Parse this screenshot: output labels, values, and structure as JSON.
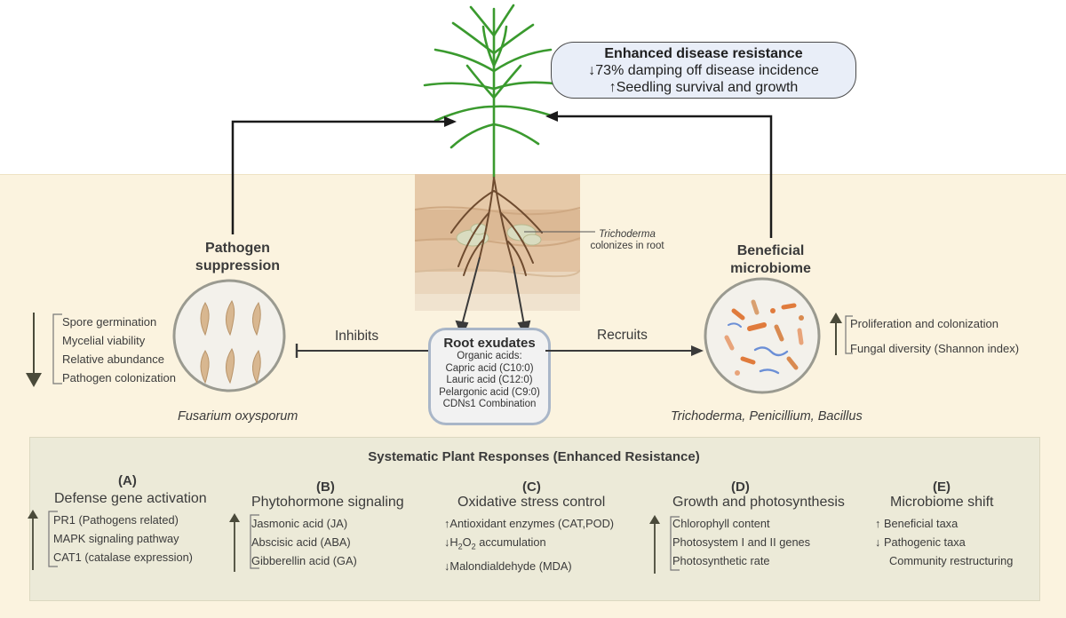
{
  "resistance": {
    "title": "Enhanced disease resistance",
    "line1": "73% damping off disease incidence",
    "line2": "Seedling survival and growth"
  },
  "left": {
    "title_line1": "Pathogen",
    "title_line2": "suppression",
    "effects": [
      "Spore germination",
      "Mycelial viability",
      "Relative abundance",
      "Pathogen colonization"
    ],
    "organism": "Fusarium oxysporum"
  },
  "right": {
    "title_line1": "Beneficial",
    "title_line2": "microbiome",
    "effects": [
      "Proliferation and colonization",
      "Fungal diversity (Shannon index)"
    ],
    "organisms": "Trichoderma, Penicillium, Bacillus"
  },
  "root": {
    "annotation_italic": "Trichoderma",
    "annotation_rest": "colonizes in root"
  },
  "exudates": {
    "title": "Root exudates",
    "items": [
      "Organic acids:",
      "Capric acid (C10:0)",
      "Lauric acid (C12:0)",
      "Pelargonic acid (C9:0)",
      "CDNs1 Combination"
    ]
  },
  "arrows": {
    "inhibits": "Inhibits",
    "recruits": "Recruits"
  },
  "systemic": {
    "title": "Systematic Plant Responses (Enhanced Resistance)",
    "columns": [
      {
        "letter": "(A)",
        "heading": "Defense gene activation",
        "items": [
          "PR1 (Pathogens related)",
          "MAPK signaling pathway",
          "CAT1 (catalase expression)"
        ]
      },
      {
        "letter": "(B)",
        "heading": "Phytohormone signaling",
        "items": [
          "Jasmonic acid (JA)",
          "Abscisic acid (ABA)",
          "Gibberellin acid (GA)"
        ]
      },
      {
        "letter": "(C)",
        "heading": "Oxidative stress control",
        "items": [
          "Antioxidant enzymes (CAT,POD)",
          "accumulation",
          "Malondialdehyde (MDA)"
        ],
        "h2o2_prefix": "H",
        "h2o2_sub1": "2",
        "h2o2_mid": "O",
        "h2o2_sub2": "2"
      },
      {
        "letter": "(D)",
        "heading": "Growth and photosynthesis",
        "items": [
          "Chlorophyll content",
          "Photosystem I and II genes",
          "Photosynthetic rate"
        ]
      },
      {
        "letter": "(E)",
        "heading": "Microbiome shift",
        "items": [
          "Beneficial taxa",
          "Pathogenic taxa",
          "Community restructuring"
        ]
      }
    ]
  },
  "colors": {
    "soil_bg": "#fbf3df",
    "resistance_bg": "#e9eef8",
    "system_bg": "#ecead8",
    "arrow": "#1a1a1a",
    "plant": "#3a9a2e",
    "up_down_arrow": "#4a4a3a"
  }
}
